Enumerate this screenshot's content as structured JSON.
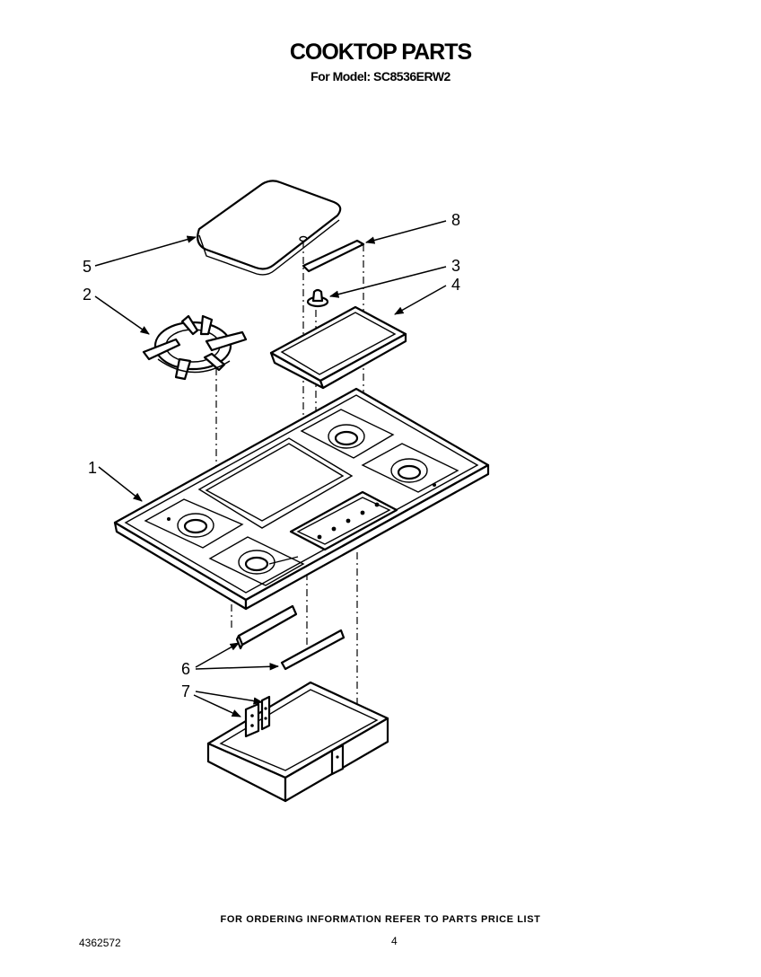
{
  "header": {
    "title": "COOKTOP PARTS",
    "subtitle": "For Model: SC8536ERW2"
  },
  "callouts": [
    "1",
    "2",
    "3",
    "4",
    "5",
    "6",
    "7",
    "8"
  ],
  "footer": {
    "note": "FOR ORDERING INFORMATION REFER TO PARTS PRICE LIST",
    "doc_number": "4362572",
    "page_number": "4"
  }
}
